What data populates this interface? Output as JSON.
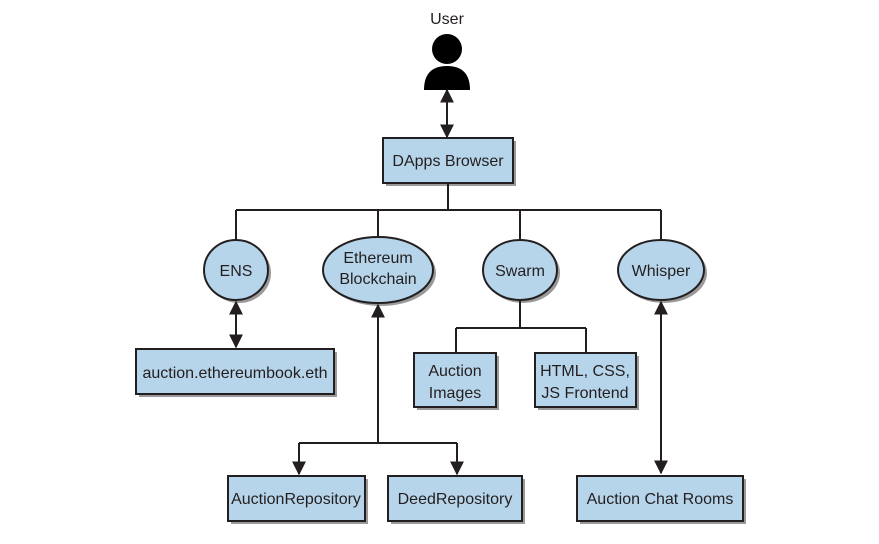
{
  "user_label": "User",
  "nodes": {
    "dapps_browser": "DApps Browser",
    "ens": "ENS",
    "ethereum_line1": "Ethereum",
    "ethereum_line2": "Blockchain",
    "swarm": "Swarm",
    "whisper": "Whisper",
    "ens_name": "auction.ethereumbook.eth",
    "auction_images_line1": "Auction",
    "auction_images_line2": "Images",
    "frontend_line1": "HTML, CSS,",
    "frontend_line2": "JS Frontend",
    "auction_repository": "AuctionRepository",
    "deed_repository": "DeedRepository",
    "auction_chat_rooms": "Auction Chat Rooms"
  },
  "colors": {
    "node_fill": "#b7d5ea",
    "stroke": "#231f20",
    "shadow": "#9a9a9a"
  }
}
